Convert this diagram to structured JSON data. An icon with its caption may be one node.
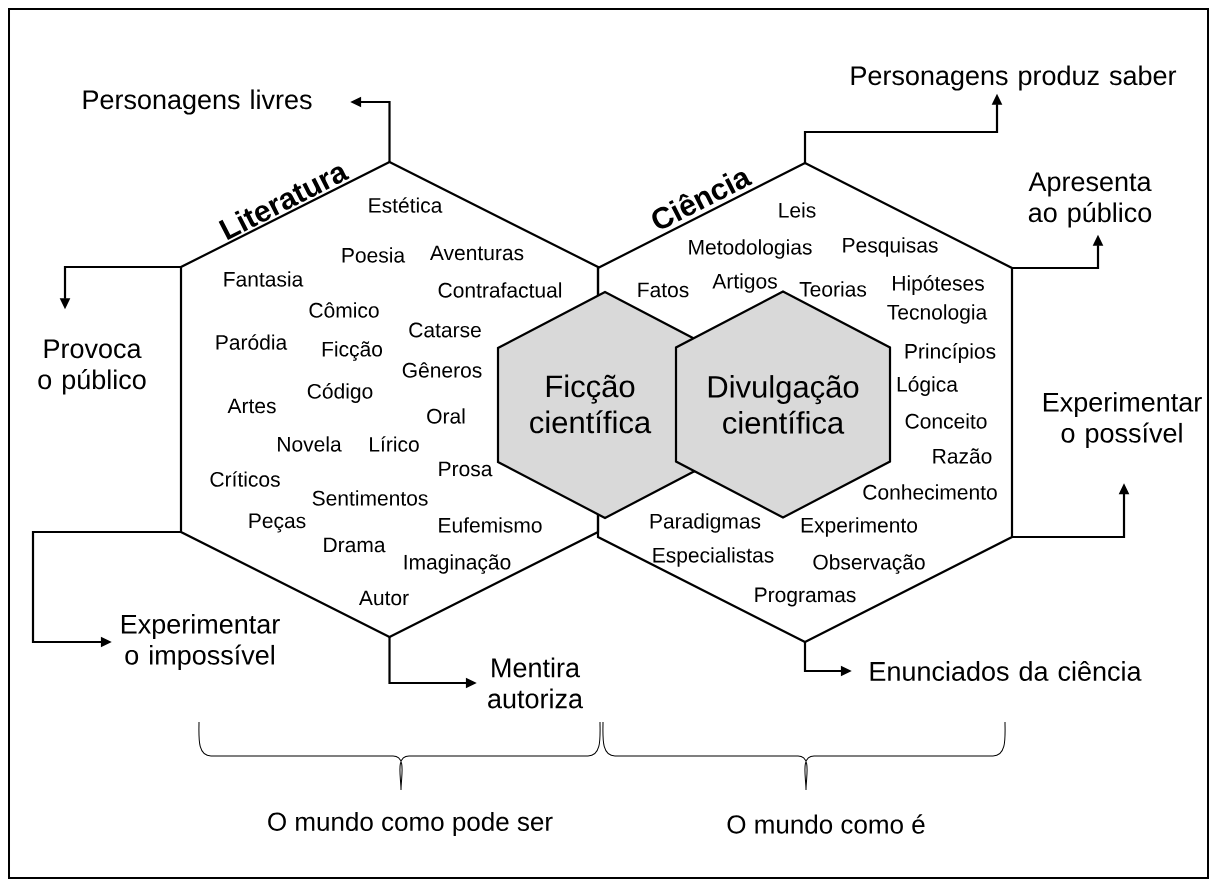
{
  "diagram": {
    "nodes": [
      {
        "text": [
          "Literatura",
          "Estética",
          "Poesia",
          "Aventuras",
          "Fantasia",
          "Contrafactual",
          "Cômico",
          "Catarse",
          "Paródia",
          "Ficção",
          "Gêneros",
          "Artes",
          "Código",
          "Oral",
          "Novela",
          "Lírico",
          "Prosa",
          "Críticos",
          "Sentimentos",
          "Peças",
          "Eufemismo",
          "Drama",
          "Imaginação",
          "Autor"
        ]
      },
      {
        "text": [
          "Ciência",
          "Leis",
          "Metodologias",
          "Pesquisas",
          "Fatos",
          "Artigos",
          "Teorias",
          "Hipóteses",
          "Tecnologia",
          "Princípios",
          "Lógica",
          "Conceito",
          "Razão",
          "Conhecimento",
          "Paradigmas",
          "Experimento",
          "Especialistas",
          "Observação",
          "Programas"
        ]
      },
      {
        "text": [
          "Ficção científica"
        ]
      },
      {
        "text": [
          "Divulgação científica"
        ],
        "in": 1
      },
      {
        "text": [
          "Personagens livres"
        ]
      },
      {
        "text": [
          "Provoca o público"
        ]
      },
      {
        "text": [
          "Experimentar o impossível"
        ]
      },
      {
        "text": [
          "Mentira autoriza"
        ]
      },
      {
        "text": [
          "Personagens produz saber"
        ]
      },
      {
        "text": [
          "Apresenta ao público"
        ]
      },
      {
        "text": [
          "Experimentar o possível"
        ]
      },
      {
        "text": [
          "Enunciados da ciência"
        ]
      }
    ],
    "edges": [
      {
        "from": 0,
        "to": 4,
        "arrow": "to"
      },
      {
        "from": 0,
        "to": 5,
        "arrow": "to"
      },
      {
        "from": 0,
        "to": 6,
        "arrow": "to"
      },
      {
        "from": 0,
        "to": 7,
        "arrow": "to"
      },
      {
        "from": 1,
        "to": 8,
        "arrow": "to"
      },
      {
        "from": 1,
        "to": 9,
        "arrow": "to"
      },
      {
        "from": 1,
        "to": 10,
        "arrow": "to"
      },
      {
        "from": 1,
        "to": 11,
        "arrow": "to"
      }
    ],
    "labels": [
      "O mundo como pode ser",
      "O mundo como é"
    ]
  }
}
